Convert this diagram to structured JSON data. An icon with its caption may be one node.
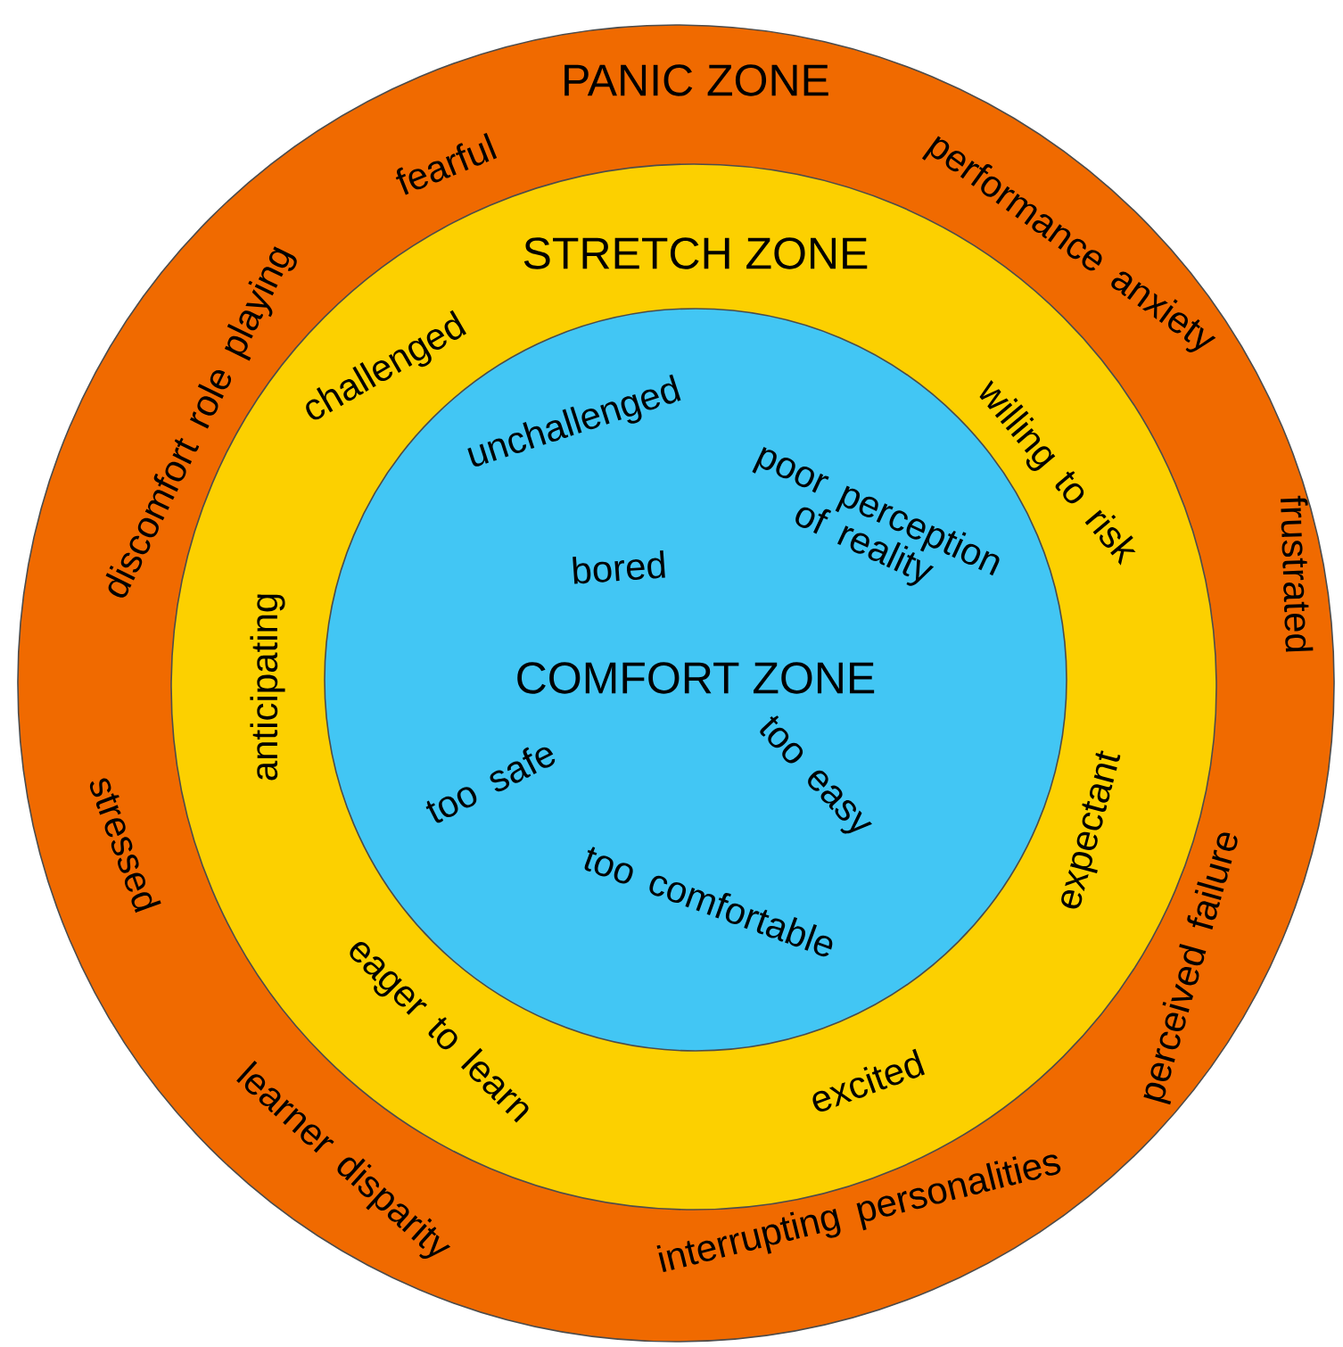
{
  "diagram": {
    "nodes": [
      {
        "text": [
          "PANIC ZONE",
          "fearful",
          "performance anxiety",
          "discomfort role playing",
          "frustrated",
          "stressed",
          "perceived failure",
          "learner disparity",
          "interrupting personalities"
        ]
      },
      {
        "text": [
          "STRETCH ZONE",
          "challenged",
          "willing to risk",
          "anticipating",
          "expectant",
          "eager to learn",
          "excited"
        ],
        "in": 0
      },
      {
        "text": [
          "COMFORT ZONE",
          "unchallenged",
          "poor perception of reality",
          "bored",
          "too safe",
          "too easy",
          "too comfortable"
        ],
        "in": 1
      }
    ]
  }
}
